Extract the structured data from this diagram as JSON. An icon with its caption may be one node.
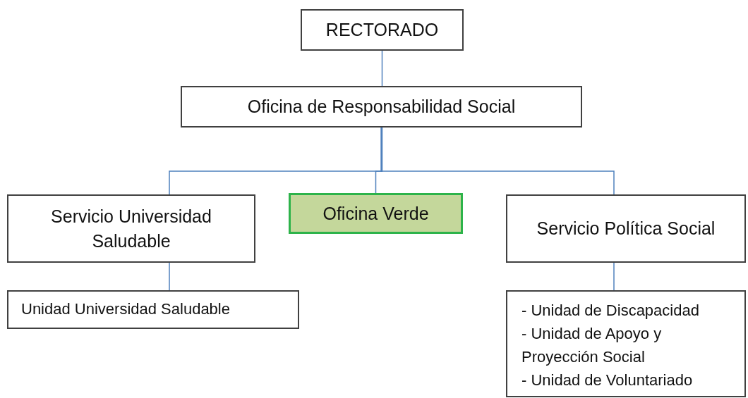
{
  "diagram": {
    "nodes": [
      {
        "text": [
          "RECTORADO"
        ]
      },
      {
        "text": [
          "Oficina de Responsabilidad Social"
        ]
      },
      {
        "text": [
          "Servicio Universidad Saludable"
        ]
      },
      {
        "text": [
          "Oficina Verde"
        ]
      },
      {
        "text": [
          "Servicio Política Social"
        ]
      },
      {
        "text": [
          "Unidad Universidad Saludable"
        ]
      },
      {
        "text": [
          "- Unidad de Discapacidad",
          "- Unidad de Apoyo y Proyección Social",
          "- Unidad de Voluntariado"
        ]
      }
    ],
    "edges": [
      {
        "from": 0,
        "to": 1,
        "arrow": "none"
      },
      {
        "from": 1,
        "to": 2,
        "arrow": "none"
      },
      {
        "from": 1,
        "to": 3,
        "arrow": "none"
      },
      {
        "from": 1,
        "to": 4,
        "arrow": "none"
      },
      {
        "from": 2,
        "to": 5,
        "arrow": "none"
      },
      {
        "from": 4,
        "to": 6,
        "arrow": "none"
      }
    ]
  }
}
